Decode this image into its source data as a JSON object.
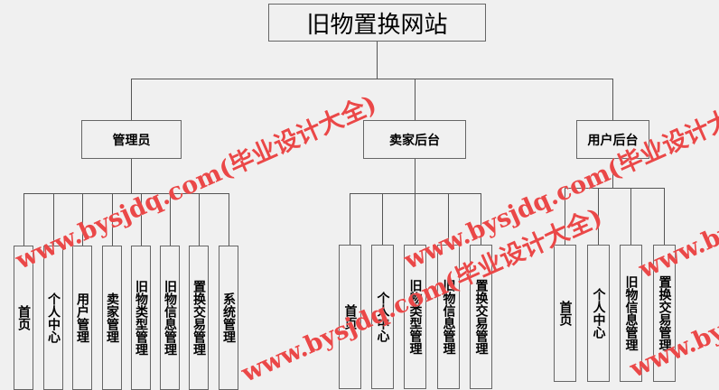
{
  "root": {
    "label": "旧物置换网站"
  },
  "branches": [
    {
      "label": "管理员",
      "children": [
        "首页",
        "个人中心",
        "用户管理",
        "卖家管理",
        "旧物类型管理",
        "旧物信息管理",
        "置换交易管理",
        "系统管理"
      ]
    },
    {
      "label": "卖家后台",
      "children": [
        "首页",
        "个人中心",
        "旧物类型管理",
        "旧物信息管理",
        "置换交易管理"
      ]
    },
    {
      "label": "用户后台",
      "children": [
        "首页",
        "个人中心",
        "旧物信息管理",
        "置换交易管理"
      ]
    }
  ],
  "watermark": {
    "text": "www.bysjdq.com(毕业设计大全)",
    "color": "#e62828"
  }
}
